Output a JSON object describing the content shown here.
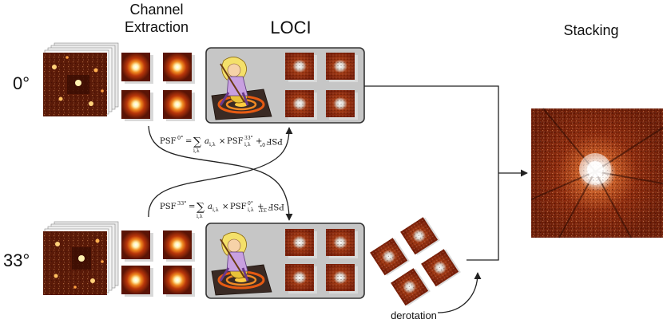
{
  "headers": {
    "channel_extraction": [
      "Channel",
      "Extraction"
    ],
    "loci": "LOCI",
    "stacking": "Stacking"
  },
  "rows": [
    {
      "angle_label": "0°",
      "equation": {
        "lhs": "PSF",
        "lhs_sup": "0°",
        "rel": "=",
        "sum": "∑",
        "sum_sub": "i,λ",
        "term": "a",
        "term_sub": "i,λ",
        "times": "×",
        "psf": "PSF",
        "psf_sup": "33°",
        "psf_sub": "i,λ",
        "plus": "+",
        "mirrored_tail": "PSF",
        "mirrored_tail_sup": "0°"
      }
    },
    {
      "angle_label": "33°",
      "equation": {
        "lhs": "PSF",
        "lhs_sup": "33°",
        "rel": "=",
        "sum": "∑",
        "sum_sub": "i,λ",
        "term": "a",
        "term_sub": "i,λ",
        "times": "×",
        "psf": "PSF",
        "psf_sup": "0°",
        "psf_sub": "i,λ",
        "plus": "+",
        "mirrored_tail": "PSF",
        "mirrored_tail_sup": "33°"
      }
    }
  ],
  "derotation_label": "derotation",
  "colors": {
    "frame_dark": "#5a1a08",
    "psf_core": "#fff6c8",
    "psf_glow": "#e0530e",
    "loci_box": "#c6c6c6",
    "residual_red": "#9a2a0c",
    "arrow": "#222222"
  }
}
